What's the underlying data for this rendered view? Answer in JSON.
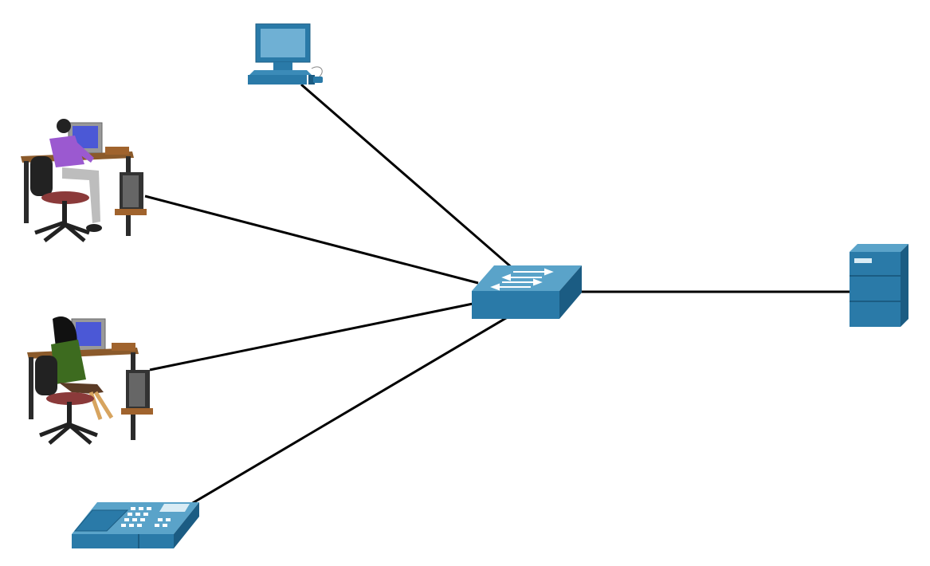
{
  "diagram": {
    "type": "network-topology",
    "colors": {
      "device": "#2a7aa8",
      "device_dark": "#1b5c83",
      "device_light": "#5aa3c9",
      "link": "#000000",
      "desk": "#8b5a2b",
      "person_male_shirt": "#9b59d0",
      "person_female_shirt": "#3d6b1f",
      "chair": "#222222",
      "monitor_screen": "#4b58d6"
    },
    "nodes": [
      {
        "id": "laptop",
        "kind": "pc",
        "icon": "pc-icon"
      },
      {
        "id": "user-male",
        "kind": "workstation-user",
        "icon": "user-workstation-icon"
      },
      {
        "id": "user-female",
        "kind": "workstation-user",
        "icon": "user-workstation-icon"
      },
      {
        "id": "ip-phone",
        "kind": "ip-phone",
        "icon": "ip-phone-icon"
      },
      {
        "id": "switch",
        "kind": "switch",
        "icon": "switch-icon"
      },
      {
        "id": "server",
        "kind": "server",
        "icon": "server-icon"
      }
    ],
    "links": [
      {
        "from": "laptop",
        "to": "switch"
      },
      {
        "from": "user-male",
        "to": "switch"
      },
      {
        "from": "user-female",
        "to": "switch"
      },
      {
        "from": "ip-phone",
        "to": "switch"
      },
      {
        "from": "switch",
        "to": "server"
      }
    ]
  }
}
